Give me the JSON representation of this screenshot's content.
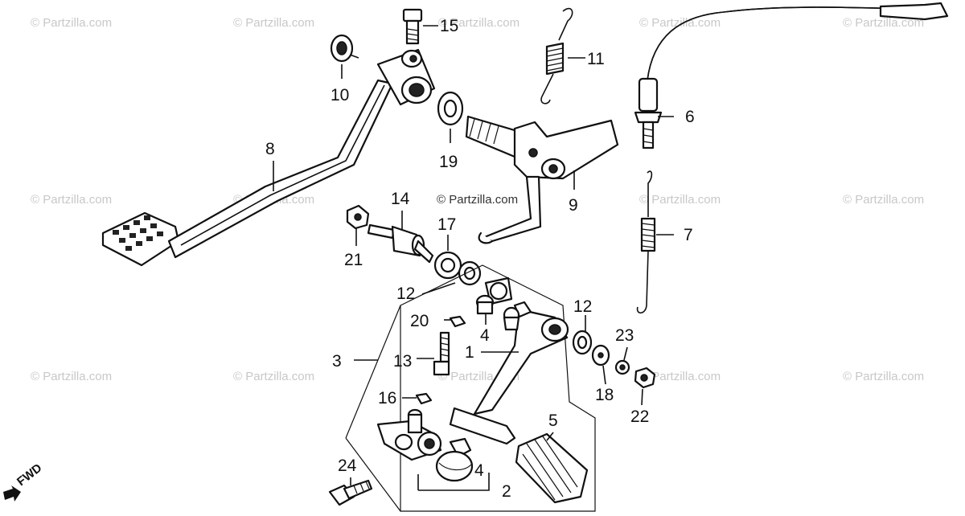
{
  "watermark": "© Partzilla.com",
  "direction_label": "FWD",
  "callouts": {
    "c1": "1",
    "c2": "2",
    "c3": "3",
    "c4a": "4",
    "c4b": "4",
    "c5": "5",
    "c6": "6",
    "c7": "7",
    "c8": "8",
    "c9": "9",
    "c10": "10",
    "c11": "11",
    "c12a": "12",
    "c12b": "12",
    "c13": "13",
    "c14": "14",
    "c15": "15",
    "c16": "16",
    "c17": "17",
    "c18": "18",
    "c19": "19",
    "c20": "20",
    "c21": "21",
    "c22": "22",
    "c23": "23",
    "c24": "24"
  }
}
